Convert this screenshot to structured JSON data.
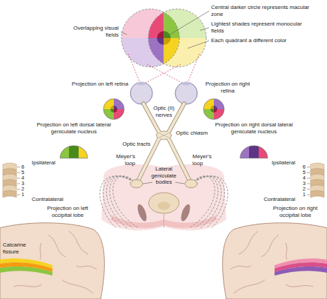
{
  "diagram": {
    "labels": [
      "Overlapping visual fields",
      "Central darker circle represents macular zone",
      "Lightest shades represent monocular fields",
      "Each quadrant a different color",
      "Projection on left retina",
      "Projection on right retina",
      "Optic (II) nerves",
      "Optic chiasm",
      "Optic tracts",
      "Meyer's loop",
      "Meyer's loop",
      "Lateral geniculate bodies",
      "Projection on left dorsal lateral geniculate nucleus",
      "Projection on right dorsal lateral geniculate nucleus",
      "Ipsilateral",
      "6",
      "5",
      "4",
      "3",
      "2",
      "1",
      "Contralateral",
      "Ipsilateral",
      "6",
      "5",
      "4",
      "3",
      "2",
      "1",
      "Contralateral",
      "Projection on left occipital lobe",
      "Calcarine fissure",
      "Projection on right occipital lobe"
    ]
  }
}
